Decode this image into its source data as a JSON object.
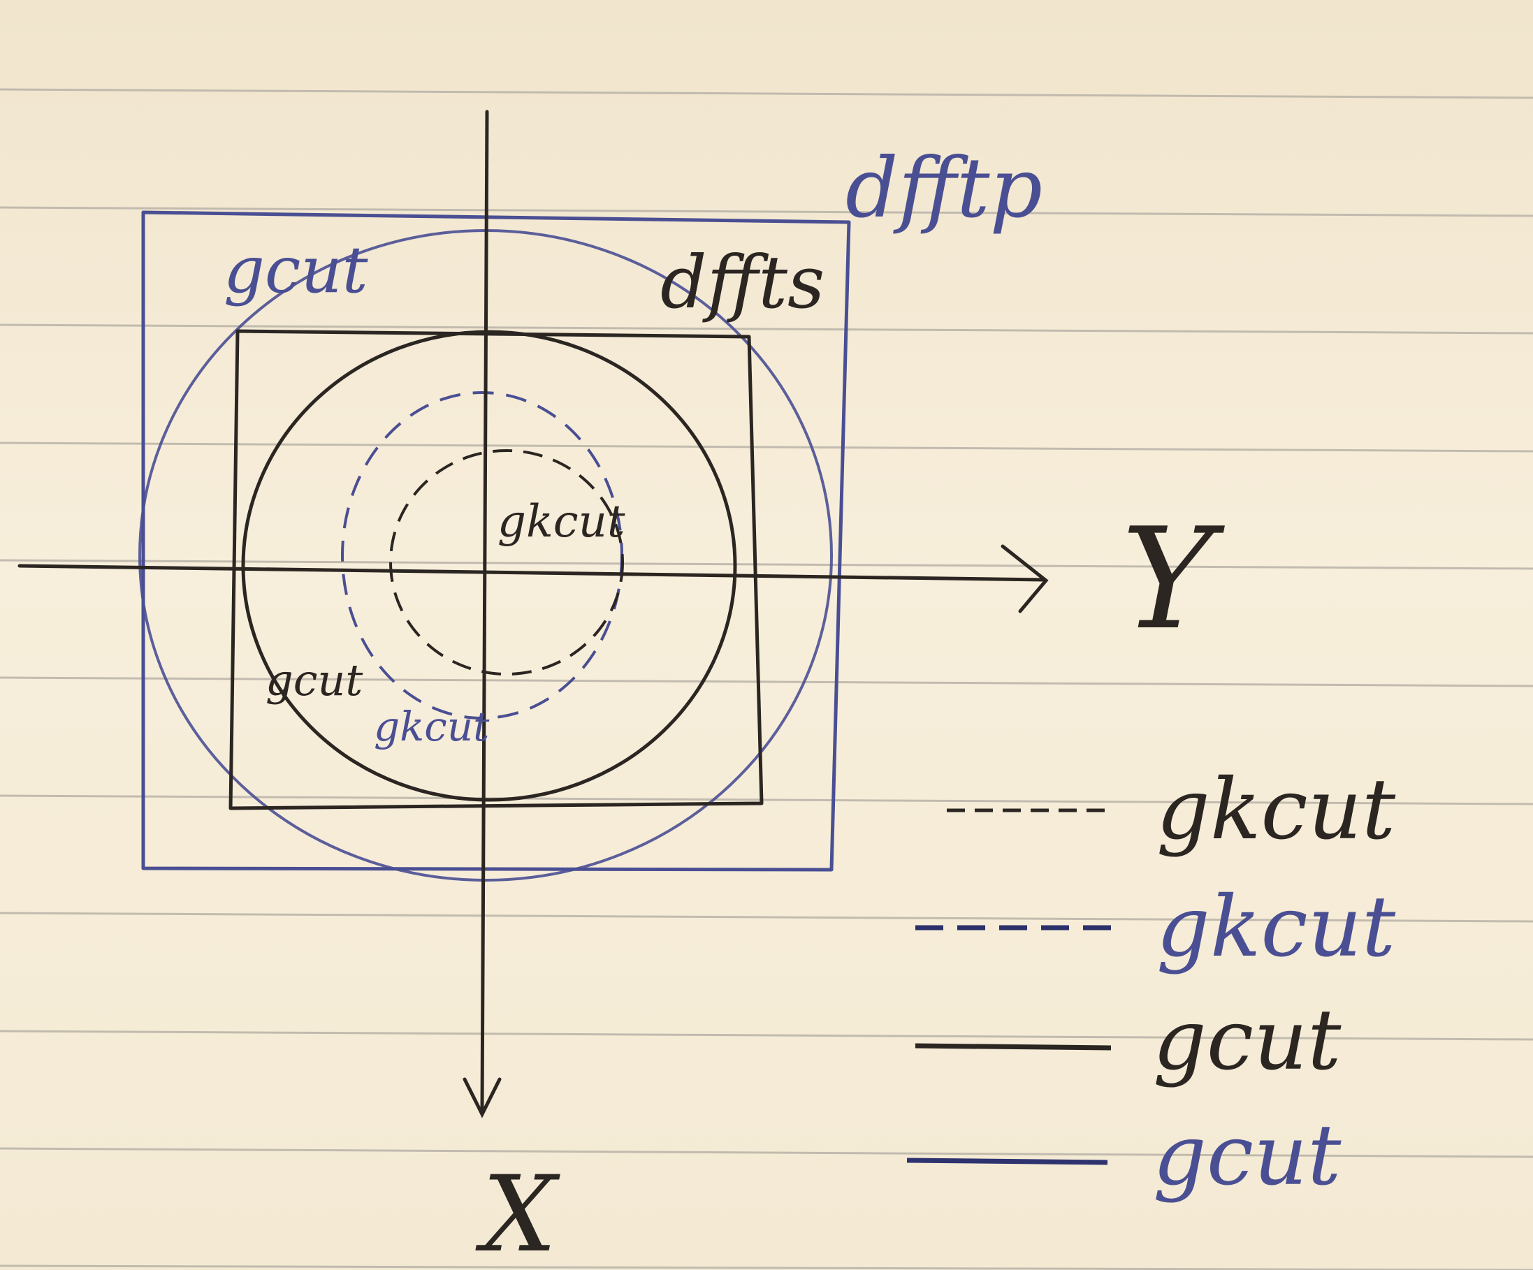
{
  "colors": {
    "paper": "#f5ecd6",
    "rule_line": "#b9b3a8",
    "black_ink": "#2b2622",
    "blue_ink": "#4a4f93"
  },
  "labels": {
    "dfftp": "dfftp",
    "dffts": "dffts",
    "gcut_blue": "gcut",
    "gcut_black": "gcut",
    "gkcut_black": "gkcut",
    "gkcut_blue": "gkcut",
    "axis_y": "Y",
    "axis_x": "X"
  },
  "legend": [
    {
      "style": "dashed",
      "ink": "black",
      "label": "gkcut"
    },
    {
      "style": "dashed",
      "ink": "blue",
      "label": "gkcut"
    },
    {
      "style": "solid",
      "ink": "black",
      "label": "gcut"
    },
    {
      "style": "solid",
      "ink": "blue",
      "label": "gcut"
    }
  ]
}
